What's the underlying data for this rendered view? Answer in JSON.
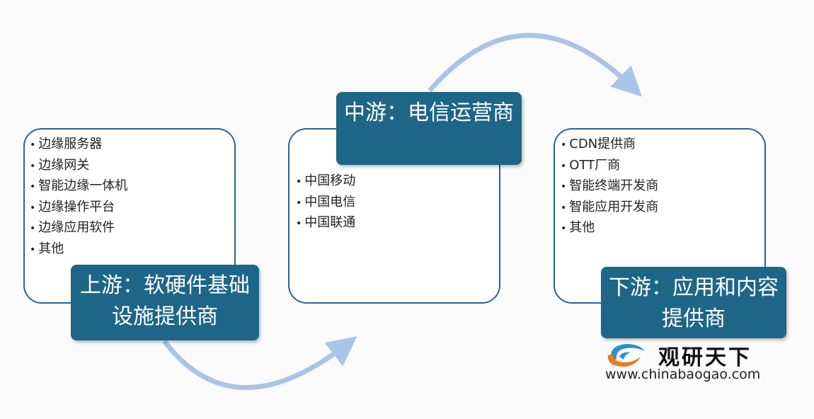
{
  "upstream": {
    "title": "上游：软硬件基础设施提供商",
    "items": [
      "边缘服务器",
      "边缘网关",
      "智能边缘一体机",
      "边缘操作平台",
      "边缘应用软件",
      "其他"
    ]
  },
  "midstream": {
    "title": "中游：电信运营商",
    "items": [
      "中国移动",
      "中国电信",
      "中国联通"
    ]
  },
  "downstream": {
    "title": "下游：应用和内容提供商",
    "items": [
      "CDN提供商",
      "OTT厂商",
      "智能终端开发商",
      "智能应用开发商",
      "其他"
    ]
  },
  "logo": {
    "brand": "观研天下",
    "url": "www.chinabaogao.com"
  },
  "colors": {
    "header": "#1e6688",
    "border": "#2d6390",
    "arrow": "#a9c4e8"
  }
}
